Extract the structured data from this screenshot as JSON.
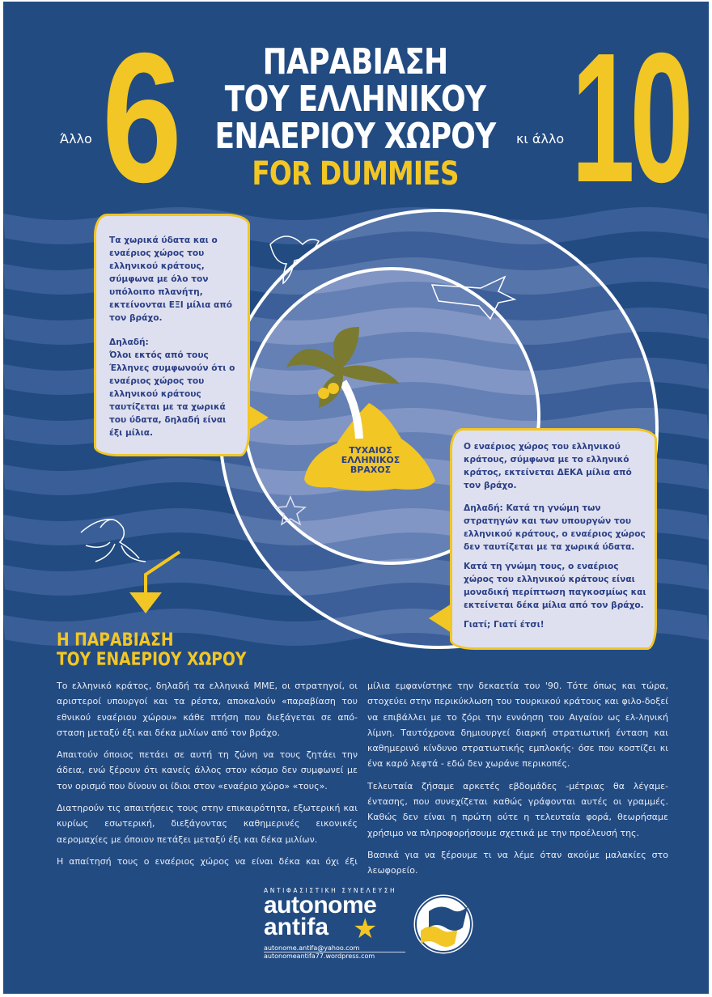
{
  "header": {
    "left_prefix": "Άλλο",
    "left_number": "6",
    "right_prefix": "κι άλλο",
    "right_number": "10",
    "title_lines": [
      "ΠΑΡΑΒΙΑΣΗ",
      "ΤΟΥ ΕΛΛΗΝΙΚΟΥ",
      "ΕΝΑΕΡΙΟΥ ΧΩΡΟΥ"
    ],
    "subtitle": "FOR DUMMIES"
  },
  "left_box": {
    "para1": "Τα χωρικά ύδατα και ο εναέριος χώρος του ελληνικού κράτους, σύμφωνα με όλο τον υπόλοιπο πλανήτη, εκτείνονται ΕΞΙ μίλια από τον βράχο.",
    "para2_label": "Δηλαδή:",
    "para2": "Όλοι εκτός από τους Έλληνες συμφωνούν ότι ο εναέριος χώρος του ελληνικού κράτους ταυτίζεται με τα χωρικά του ύδατα, δηλαδή είναι έξι μίλια."
  },
  "right_box": {
    "para1": "Ο εναέριος χώρος του ελληνικού κράτους, σύμφωνα με το ελληνικό κράτος, εκτείνεται ΔΕΚΑ μίλια από τον βράχο.",
    "para2": "Δηλαδή: Κατά τη γνώμη των στρατηγών και των υπουργών του ελληνικού κράτους, ο εναέριος χώρος δεν ταυτίζεται με τα χωρικά ύδατα.",
    "para3": "Κατά τη γνώμη τους, ο εναέριος χώρος του ελληνικού κράτους είναι μοναδική περίπτωση παγκοσμίως και εκτείνεται δέκα μίλια από τον βράχο.",
    "para4": "Γιατί; Γιατί έτσι!"
  },
  "island_label": [
    "ΤΥΧΑΙΟΣ",
    "ΕΛΛΗΝΙΚΟΣ",
    "ΒΡΑΧΟΣ"
  ],
  "section_title": [
    "Η ΠΑΡΑΒΙΑΣΗ",
    "ΤΟΥ ΕΝΑΕΡΙΟΥ ΧΩΡΟΥ"
  ],
  "body_left": [
    "Το ελληνικό κράτος, δηλαδή τα ελληνικά ΜΜΕ, οι στρατηγοί, οι αριστεροί υπουργοί και τα ρέστα, αποκαλούν «παραβίαση του εθνικού εναέριου χώρου» κάθε πτήση που διεξάγεται σε από-σταση μεταξύ έξι και δέκα μιλίων από τον βράχο.",
    "Απαιτούν όποιος πετάει σε αυτή τη ζώνη να τους ζητάει την άδεια, ενώ ξέρουν ότι κανείς άλλος στον κόσμο δεν συμφωνεί με τον ορισμό που δίνουν οι ίδιοι στον «εναέριο χώρο» «τους».",
    "Διατηρούν τις απαιτήσεις τους στην επικαιρότητα, εξωτερική και κυρίως εσωτερική, διεξάγοντας καθημερινές εικονικές αερομαχίες με όποιον πετάξει μεταξύ έξι και δέκα μιλίων.",
    "Η απαίτησή τους ο εναέριος χώρος να είναι δέκα και όχι έξι"
  ],
  "body_right": [
    "μίλια εμφανίστηκε την δεκαετία του '90. Τότε όπως και τώρα, στοχεύει στην περικύκλωση του τουρκικού κράτους και φιλο-δοξεί να επιβάλλει με το ζόρι την εννόηση του Αιγαίου ως ελ-ληνική λίμνη. Ταυτόχρονα δημιουργεί διαρκή στρατιωτική ένταση και καθημερινό κίνδυνο στρατιωτικής εμπλοκής· όσε που κοστίζει κι ένα καρό λεφτά - εδώ δεν χωράνε περικοπές.",
    "Τελευταία ζήσαμε αρκετές εβδομάδες -μέτριας θα λέγαμε- έντασης, που συνεχίζεται καθώς γράφονται αυτές οι γραμμές. Καθώς δεν είναι η πρώτη ούτε η τελευταία φορά, θεωρήσαμε χρήσιμο να πληροφορήσουμε σχετικά με την προέλευσή της.",
    "Βασικά για να ξέρουμε τι να λέμε όταν ακούμε μαλακίες στο λεωφορείο."
  ],
  "footer": {
    "org_subtitle": "ΑΝΤΙΦΑΣΙΣΤΙΚΗ ΣΥΝΕΛΕΥΣΗ",
    "logo_line1": "autonome",
    "logo_line2": "antifa",
    "email": "autonome.antifa@yahoo.com",
    "website": "autonomeantifa77.wordpress.com"
  },
  "colors": {
    "background": "#224b82",
    "accent": "#f2c624",
    "box": "#dfe0ef",
    "box_text": "#2a3f86"
  }
}
